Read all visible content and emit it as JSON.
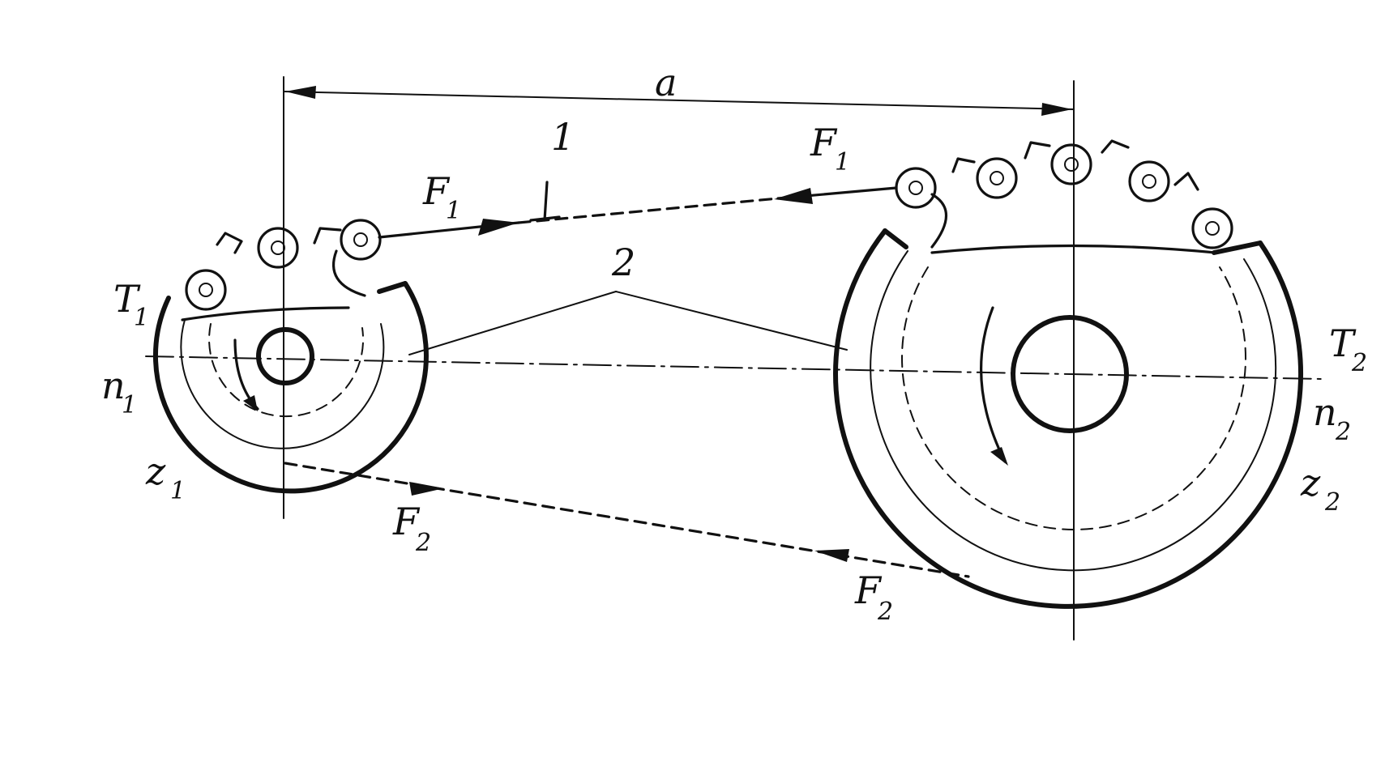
{
  "labels": {
    "center_distance": "a",
    "chain_callout": "1",
    "sprocket_callout": "2",
    "force_tight_small": "F",
    "force_tight_small_sub": "1",
    "force_tight_large": "F",
    "force_tight_large_sub": "1",
    "force_slack_small": "F",
    "force_slack_small_sub": "2",
    "force_slack_large": "F",
    "force_slack_large_sub": "2",
    "torque_1": "T",
    "torque_1_sub": "1",
    "speed_1": "n",
    "speed_1_sub": "1",
    "teeth_1": "z",
    "teeth_1_sub": "1",
    "torque_2": "T",
    "torque_2_sub": "2",
    "speed_2": "n",
    "speed_2_sub": "2",
    "teeth_2": "z",
    "teeth_2_sub": "2"
  },
  "colors": {
    "ink": "#111111",
    "paper": "#ffffff"
  }
}
